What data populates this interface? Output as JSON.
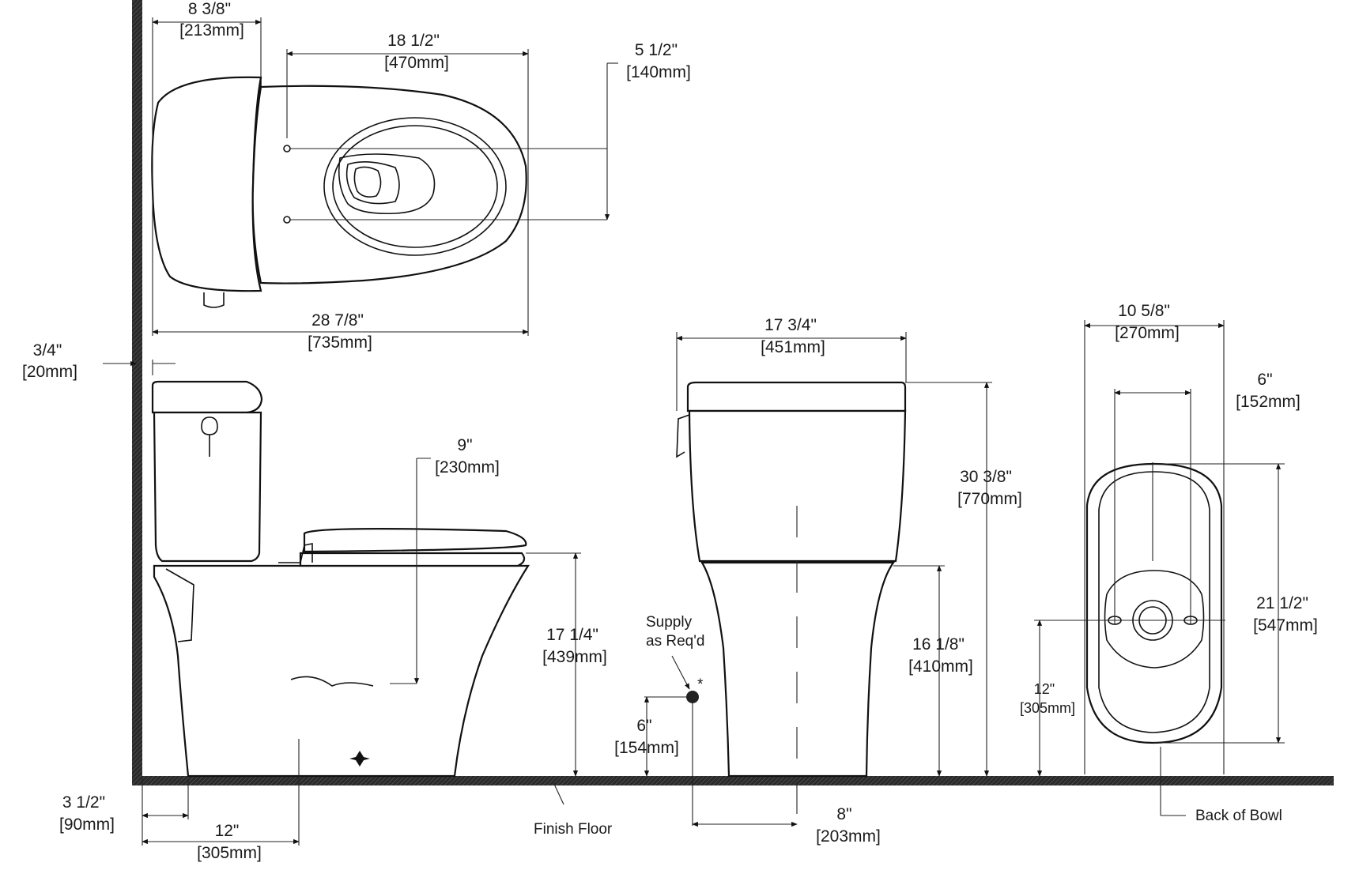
{
  "dimensions": {
    "top_tank_depth": [
      "8 3/8\"",
      "[213mm]"
    ],
    "bolt_to_front": [
      "18 1/2\"",
      "[470mm]"
    ],
    "bolt_spacing": [
      "5 1/2\"",
      "[140mm]"
    ],
    "overall_depth": [
      "28 7/8\"",
      "[735mm]"
    ],
    "wall_gap": [
      "3/4\"",
      "[20mm]"
    ],
    "seat_depth": [
      "9\"",
      "[230mm]"
    ],
    "rim_height": [
      "17 1/4\"",
      "[439mm]"
    ],
    "floor_to_outlet": [
      "3 1/2\"",
      "[90mm]"
    ],
    "rough_in": [
      "12\"",
      "[305mm]"
    ],
    "supply_height": [
      "6\"",
      "[154mm]"
    ],
    "tank_width": [
      "17 3/4\"",
      "[451mm]"
    ],
    "overall_height": [
      "30 3/8\"",
      "[770mm]"
    ],
    "bowl_height": [
      "16 1/8\"",
      "[410mm]"
    ],
    "supply_offset": [
      "8\"",
      "[203mm]"
    ],
    "base_width": [
      "10 5/8\"",
      "[270mm]"
    ],
    "bolt_width": [
      "6\"",
      "[152mm]"
    ],
    "base_length": [
      "21 1/2\"",
      "[547mm]"
    ],
    "base_rough_in": [
      "12\"",
      "[305mm]"
    ]
  },
  "labels": {
    "supply_line1": "Supply",
    "supply_line2": "as Req'd",
    "supply_mark": "*",
    "finish_floor": "Finish Floor",
    "back_of_bowl": "Back of Bowl"
  }
}
